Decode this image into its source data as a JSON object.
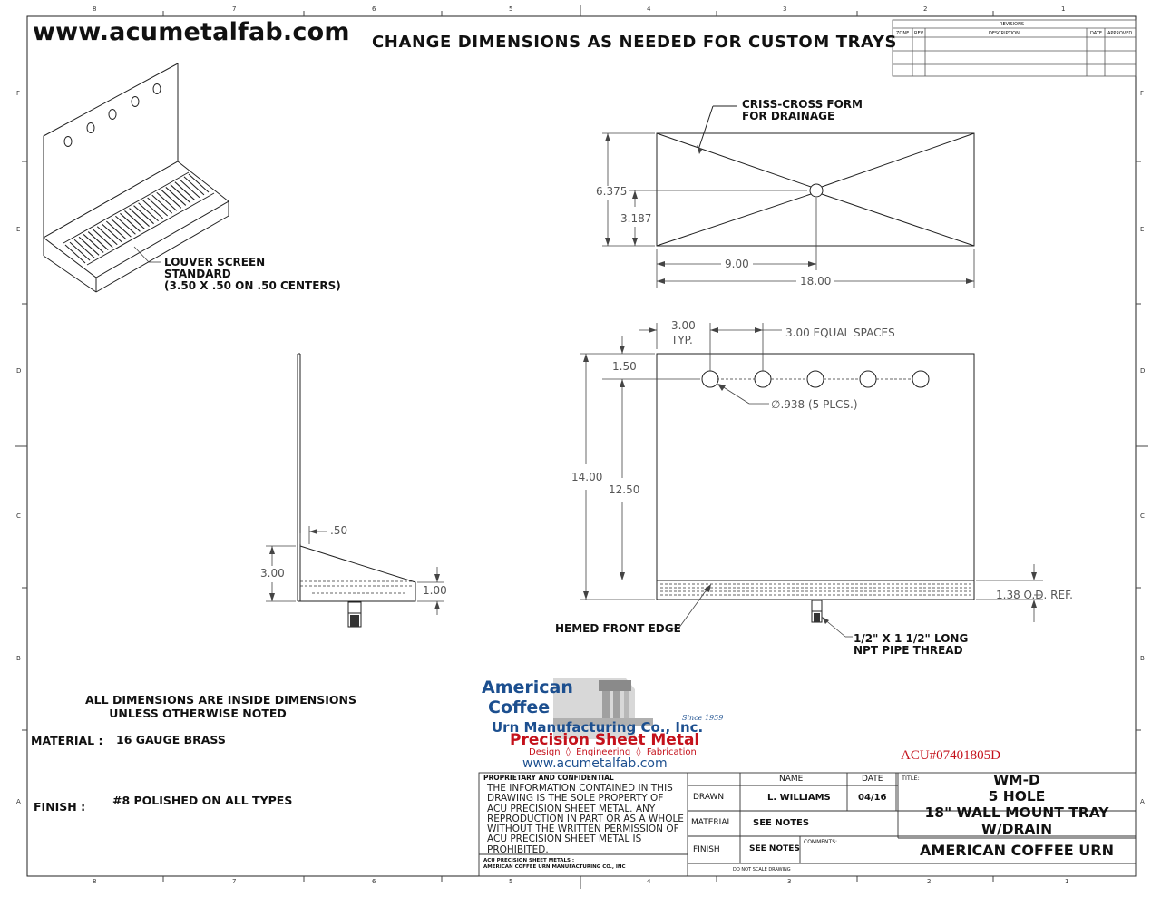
{
  "header": {
    "site": "www.acumetalfab.com",
    "headline": "CHANGE DIMENSIONS AS NEEDED FOR CUSTOM TRAYS"
  },
  "revisions": {
    "title": "REVISIONS",
    "cols": [
      "ZONE",
      "REV.",
      "DESCRIPTION",
      "DATE",
      "APPROVED"
    ]
  },
  "zones": {
    "columns": [
      "8",
      "7",
      "6",
      "5",
      "4",
      "3",
      "2",
      "1"
    ],
    "rows": [
      "F",
      "E",
      "D",
      "C",
      "B",
      "A"
    ]
  },
  "callouts": {
    "louver": [
      "LOUVER SCREEN",
      "STANDARD",
      "(3.50 X .50 ON .50 CENTERS)"
    ],
    "criss": [
      "CRISS-CROSS FORM",
      "FOR DRAINAGE"
    ],
    "hemmed": "HEMED FRONT EDGE",
    "pipe": [
      "1/2\" X 1 1/2\" LONG",
      "NPT PIPE THREAD"
    ],
    "hole_dia": "∅.938 (5 PLCS.)",
    "od_ref": "1.38 O.D. REF.",
    "equal_spaces": "3.00 EQUAL SPACES"
  },
  "dims": {
    "top_h": "6.375",
    "top_h_half": "3.187",
    "top_w_half": "9.00",
    "top_w": "18.00",
    "typ_val": "3.00",
    "typ": "TYP.",
    "hole_from_top": "1.50",
    "height": "14.00",
    "height_to_tray": "12.50",
    "side_set": ".50",
    "side_depth": "3.00",
    "side_front": "1.00"
  },
  "notes": {
    "dims": [
      "ALL DIMENSIONS ARE INSIDE DIMENSIONS",
      "UNLESS OTHERWISE NOTED"
    ],
    "material_label": "MATERIAL :",
    "material": "16 GAUGE BRASS",
    "finish_label": "FINISH :",
    "finish": "#8 POLISHED ON ALL TYPES"
  },
  "logo": {
    "line1": "American",
    "line2": "Coffee",
    "line3": "Urn Manufacturing Co., Inc.",
    "since": "Since 1959",
    "line4": "Precision Sheet Metal",
    "line5": "Design  ◊  Engineering  ◊  Fabrication",
    "url": "www.acumetalfab.com",
    "colors": {
      "blue": "#1c4f8f",
      "red": "#c4111b"
    }
  },
  "part_number": "ACU#07401805D",
  "title_block": {
    "proprietary_title": "PROPRIETARY AND CONFIDENTIAL",
    "proprietary_text": [
      "THE INFORMATION CONTAINED IN THIS",
      "DRAWING IS THE SOLE PROPERTY OF",
      "ACU PRECISION SHEET METAL.  ANY",
      "REPRODUCTION IN PART OR AS A WHOLE",
      "WITHOUT THE WRITTEN PERMISSION OF",
      "ACU PRECISION SHEET METAL IS",
      "PROHIBITED."
    ],
    "footer1": "ACU PRECISION SHEET METALS :",
    "footer2": "AMERICAN COFFEE URN MANUFACTURING CO., INC",
    "name_hdr": "NAME",
    "date_hdr": "DATE",
    "drawn_label": "DRAWN",
    "drawn_name": "L. WILLIAMS",
    "drawn_date": "04/16",
    "material_label": "MATERIAL",
    "material_value": "SEE NOTES",
    "finish_label": "FINISH",
    "finish_value": "SEE NOTES",
    "comments_label": "COMMENTS:",
    "scale_note": "DO NOT SCALE DRAWING",
    "title_label": "TITLE:",
    "title_lines": [
      "WM-D",
      "5 HOLE",
      "18\" WALL MOUNT TRAY",
      "W/DRAIN"
    ],
    "company": "AMERICAN COFFEE URN"
  }
}
